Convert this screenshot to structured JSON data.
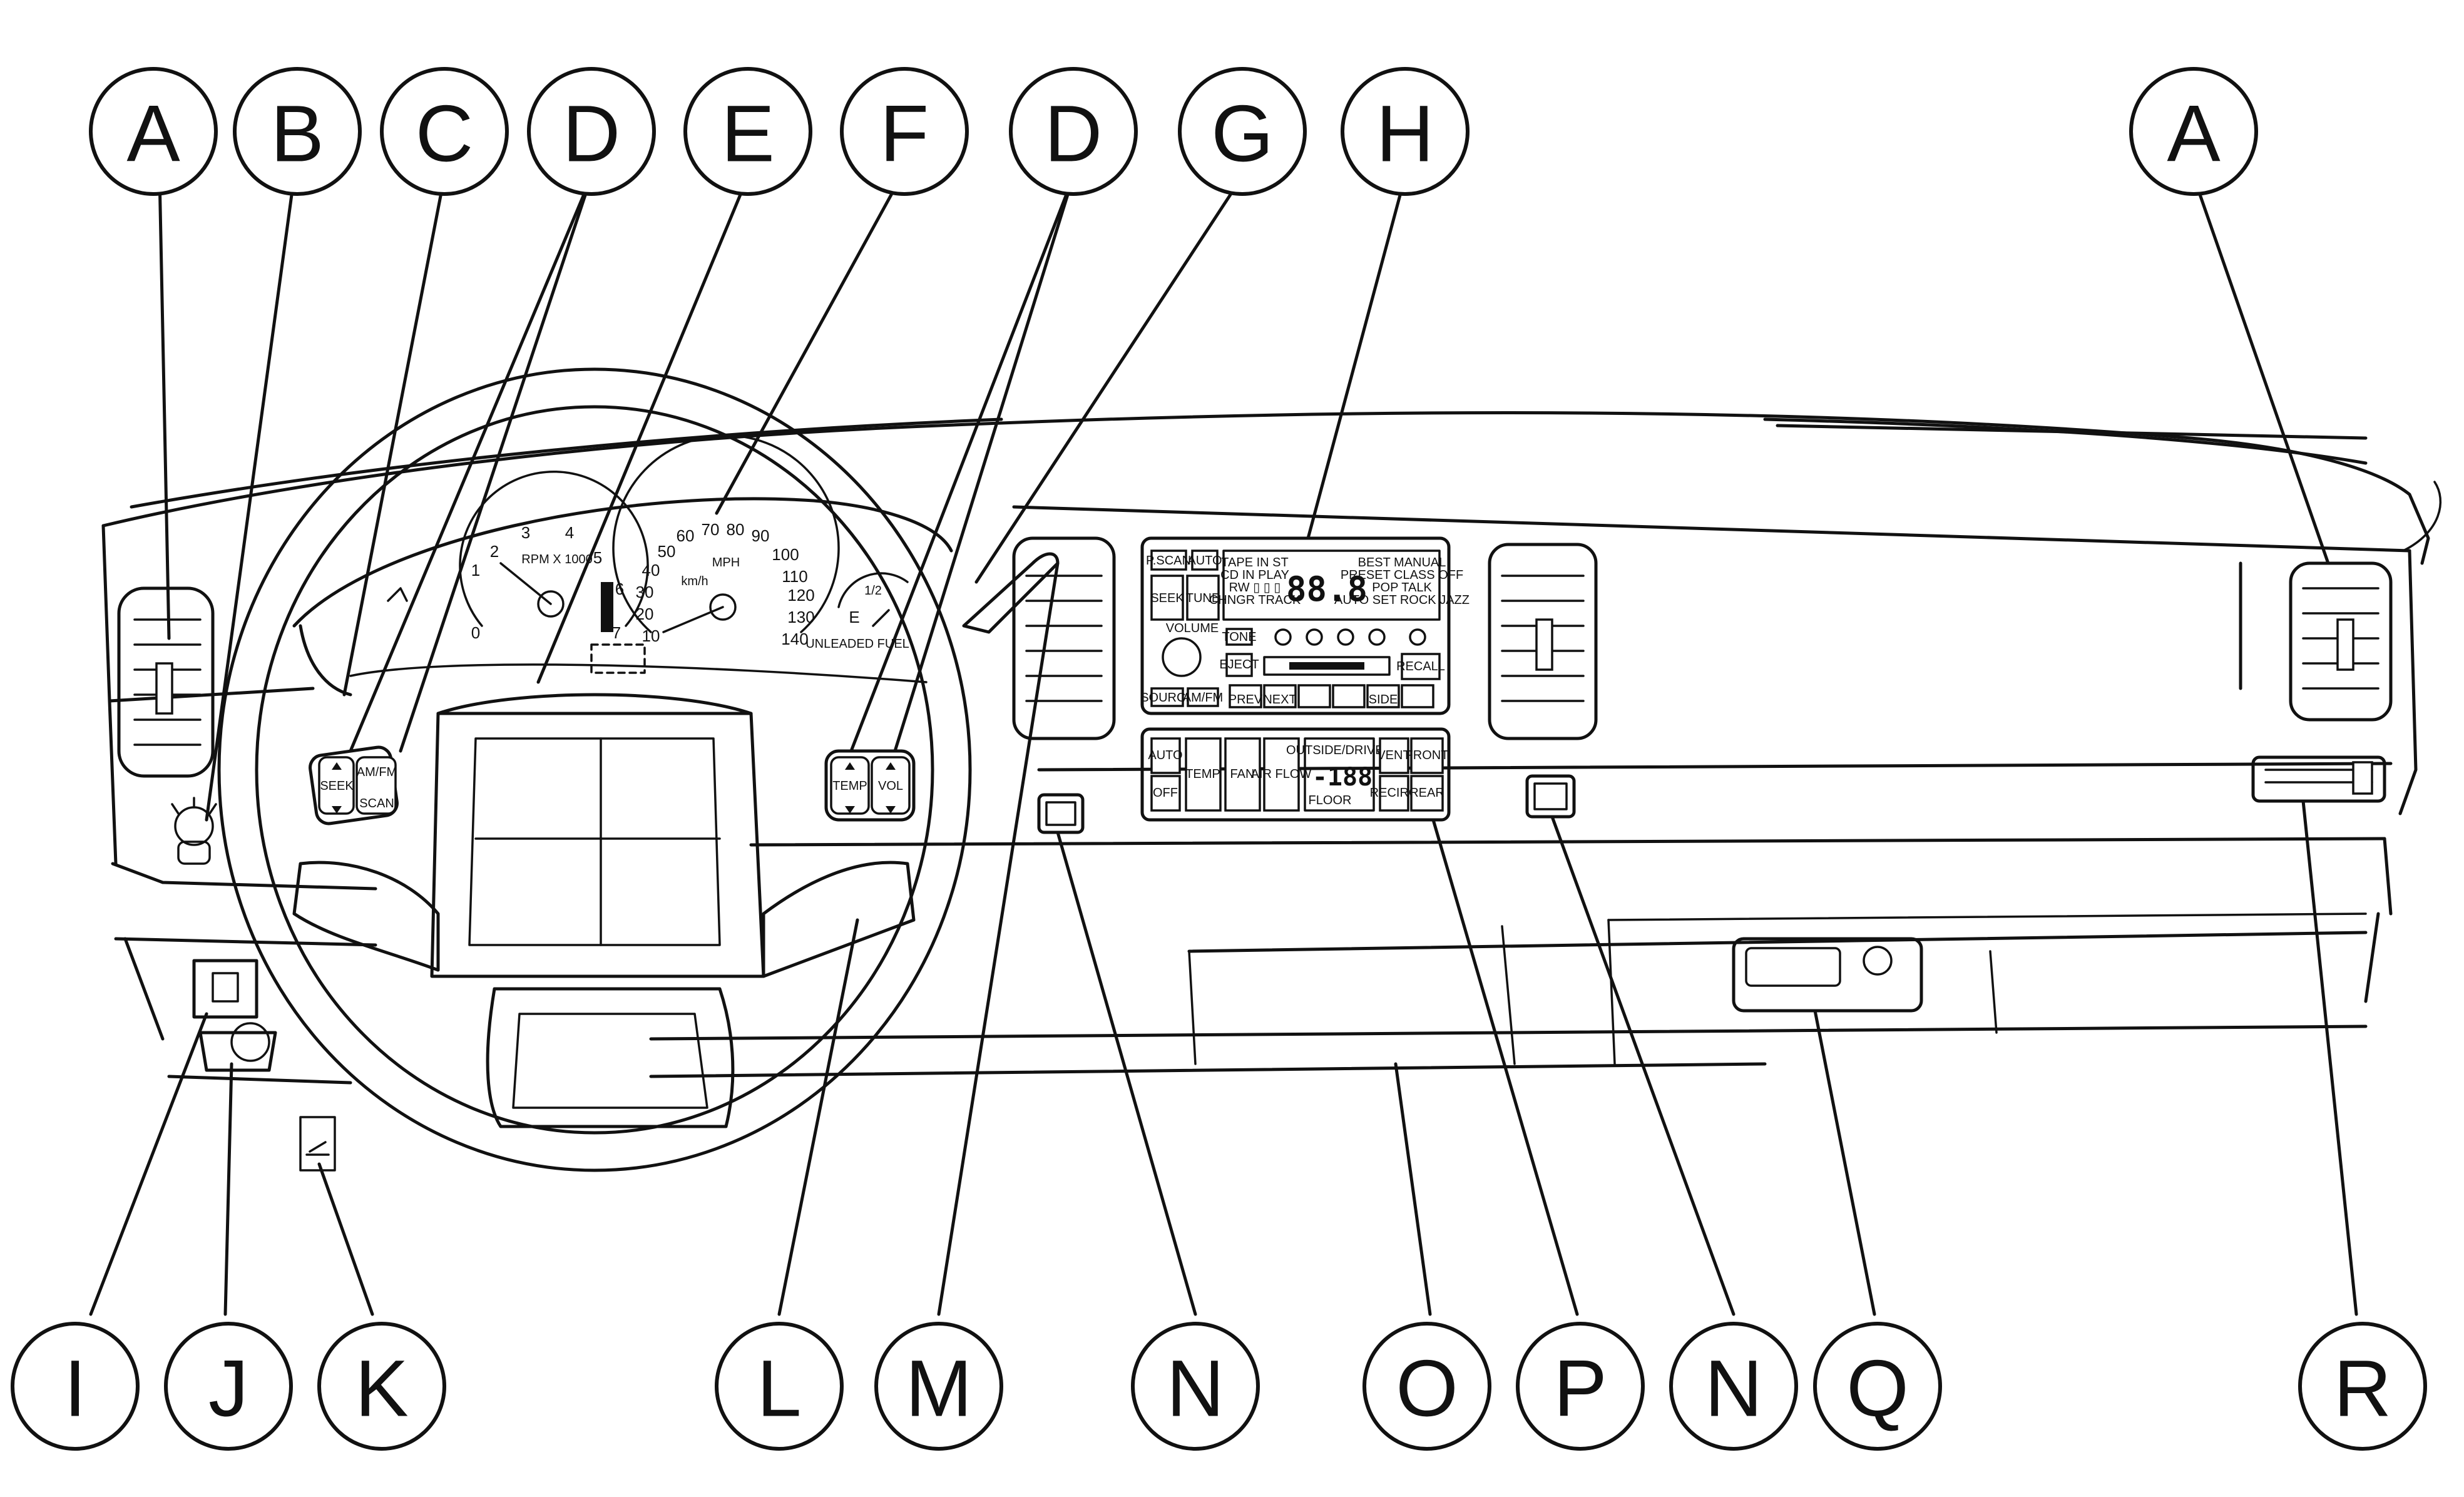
{
  "callouts": {
    "A": "A",
    "B": "B",
    "C": "C",
    "D": "D",
    "E": "E",
    "F": "F",
    "G": "G",
    "H": "H",
    "I": "I",
    "J": "J",
    "K": "K",
    "L": "L",
    "M": "M",
    "N": "N",
    "O": "O",
    "P": "P",
    "Q": "Q",
    "R": "R"
  },
  "tachometer": {
    "label": "RPM X 1000",
    "ticks": [
      "0",
      "1",
      "2",
      "3",
      "4",
      "5",
      "6",
      "7"
    ]
  },
  "speedometer": {
    "mph_label": "MPH",
    "kmh_label": "km/h",
    "ticks": [
      "10",
      "20",
      "30",
      "40",
      "50",
      "60",
      "70",
      "80",
      "90",
      "100",
      "110",
      "120",
      "130",
      "140"
    ]
  },
  "fuel_gauge": {
    "empty": "E",
    "half": "1/2",
    "caption": "UNLEADED FUEL"
  },
  "steering_controls_left": {
    "seek": "SEEK",
    "amfm": "AM/FM",
    "scan": "SCAN"
  },
  "steering_controls_right": {
    "temp": "TEMP",
    "vol": "VOL"
  },
  "radio": {
    "pscan": "P.SCAN",
    "auto": "AUTO",
    "seek": "SEEK",
    "tune": "TUNE",
    "volume": "VOLUME",
    "tone": "TONE",
    "eject": "EJECT",
    "recall": "RECALL",
    "source": "SOURCE",
    "amfm": "AM/FM",
    "prev": "PREV",
    "next": "NEXT",
    "side": "SIDE",
    "display_digits": "88.8",
    "display_left": [
      "TAPE IN  ST",
      "CD IN  PLAY",
      "RW  ▯ ▯ ▯",
      "CHNGR  TRACK"
    ],
    "display_right": [
      "BEST  MANUAL",
      "PRESET  CLASS  OFF",
      "POP  TALK",
      "AUTO SET  ROCK JAZZ"
    ]
  },
  "climate": {
    "auto": "AUTO",
    "off": "OFF",
    "temp": "TEMP",
    "fan": "FAN",
    "air_flow": "AIR FLOW",
    "vent": "VENT",
    "front": "FRONT",
    "recirc": "RECIRC",
    "rear": "REAR",
    "display_top": "OUTSIDE/DRIVER",
    "display_temp": "-188",
    "display_bottom": "FLOOR"
  }
}
